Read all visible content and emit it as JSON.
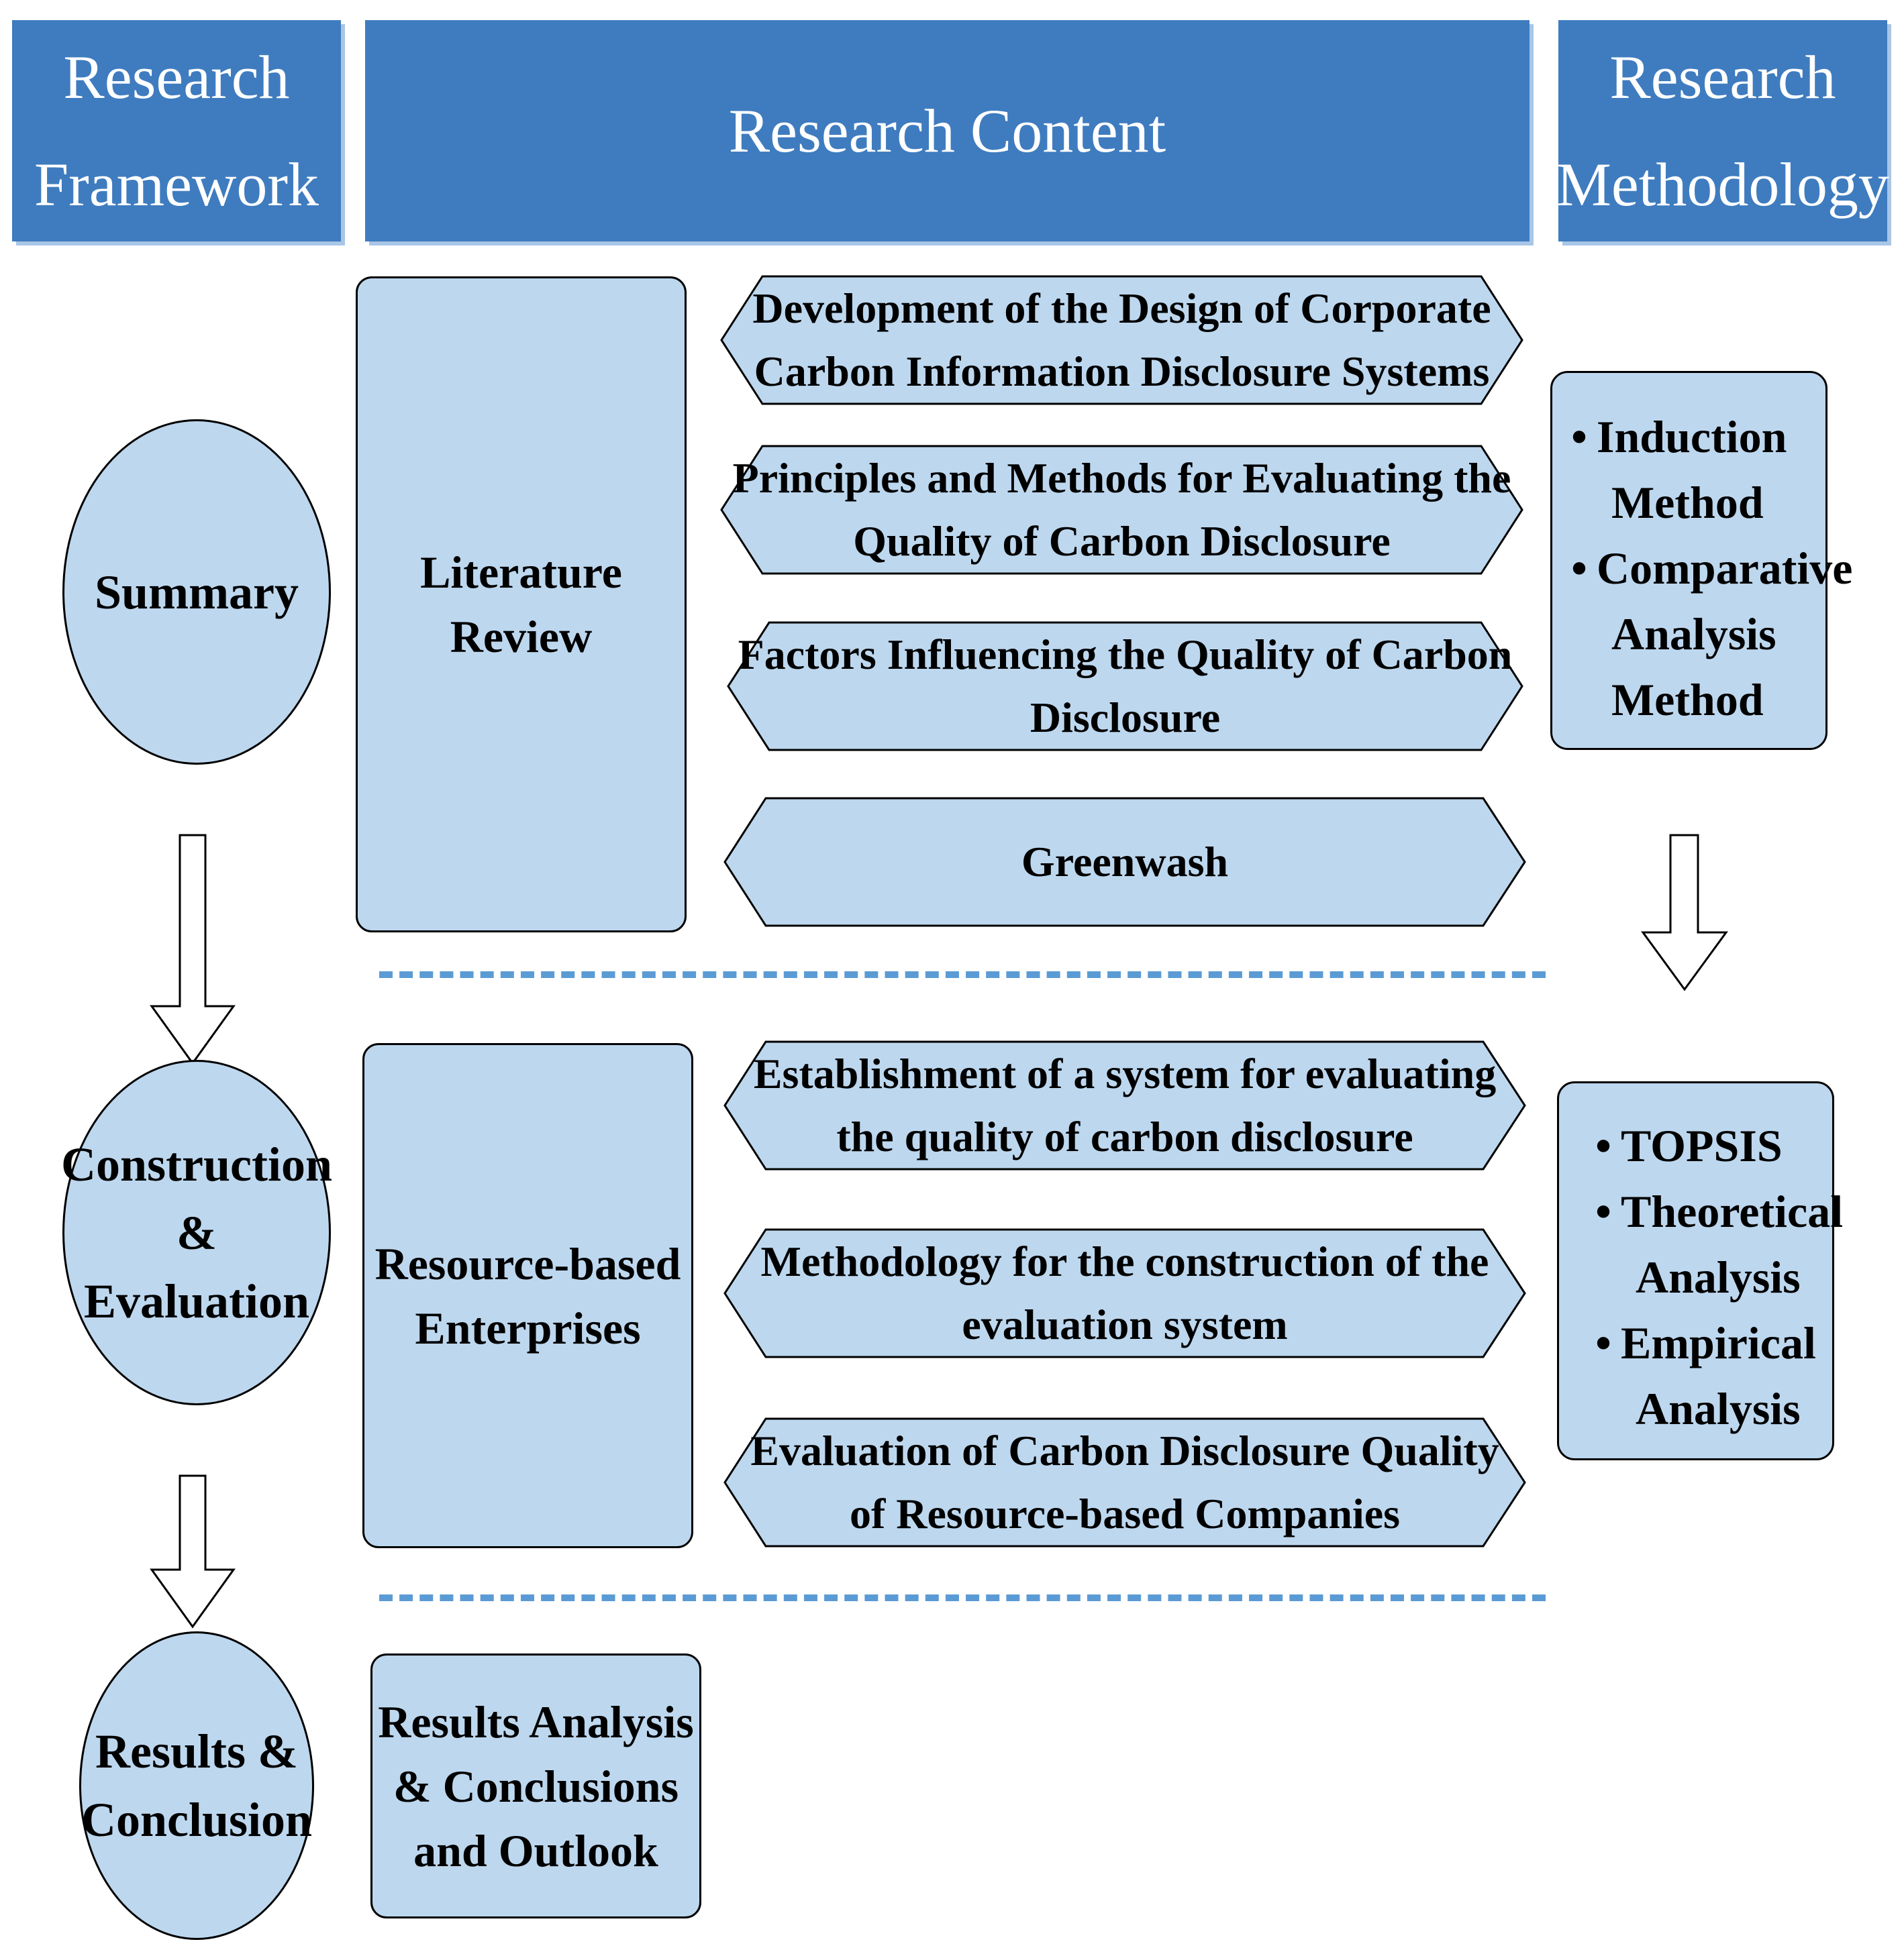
{
  "header": {
    "framework": [
      "Research",
      "Framework"
    ],
    "content": "Research Content",
    "methodology": [
      "Research",
      "Methodology"
    ]
  },
  "stages": {
    "summary": "Summary",
    "construction": [
      "Construction",
      "& Evaluation"
    ],
    "results": [
      "Results &",
      "Conclusion"
    ]
  },
  "sections": {
    "literature": [
      "Literature",
      "Review"
    ],
    "resource": [
      "Resource-based",
      "Enterprises"
    ],
    "results": [
      "Results Analysis",
      "& Conclusions",
      "and Outlook"
    ]
  },
  "content_items": [
    [
      "Development of the Design of Corporate",
      "Carbon Information Disclosure Systems"
    ],
    [
      "Principles and Methods for Evaluating the",
      "Quality of Carbon Disclosure"
    ],
    [
      "Factors Influencing the Quality of Carbon",
      "Disclosure"
    ],
    [
      "Greenwash"
    ],
    [
      "Establishment of a system for evaluating",
      "the quality of carbon disclosure"
    ],
    [
      "Methodology for the construction of the",
      "evaluation system"
    ],
    [
      "Evaluation of Carbon Disclosure Quality",
      "of Resource-based Companies"
    ]
  ],
  "methods_1": [
    {
      "bullet": "•",
      "lines": [
        "Induction",
        "Method"
      ]
    },
    {
      "bullet": "•",
      "lines": [
        "Comparative",
        "Analysis",
        "Method"
      ]
    }
  ],
  "methods_2": [
    {
      "bullet": "•",
      "lines": [
        "TOPSIS"
      ]
    },
    {
      "bullet": "•",
      "lines": [
        "Theoretical",
        "Analysis"
      ]
    },
    {
      "bullet": "•",
      "lines": [
        "Empirical",
        "Analysis"
      ]
    }
  ],
  "colors": {
    "header_blue": "#3f7cbf",
    "box_fill": "#bdd7ee",
    "dash_blue": "#5b9bd5"
  }
}
